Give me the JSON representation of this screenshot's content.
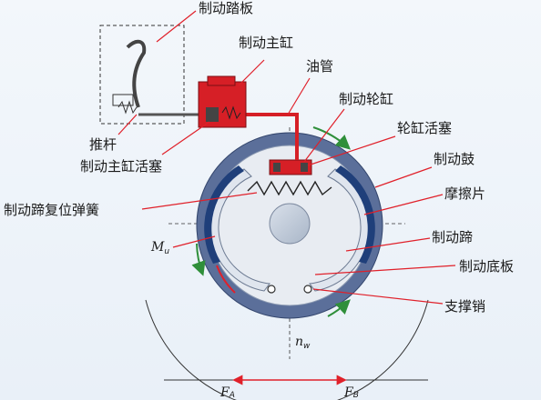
{
  "labels": {
    "pedal": "制动踏板",
    "master_cylinder": "制动主缸",
    "oil_pipe": "油管",
    "wheel_cylinder": "制动轮缸",
    "wheel_piston": "轮缸活塞",
    "drum": "制动鼓",
    "lining": "摩擦片",
    "shoe": "制动蹄",
    "base_plate": "制动底板",
    "anchor_pin": "支撑销",
    "push_rod": "推杆",
    "master_piston": "制动主缸活塞",
    "return_spring": "制动蹄复位弹簧"
  },
  "symbols": {
    "mu_main": "M",
    "mu_sub": "u",
    "nw_main": "n",
    "nw_sub": "w",
    "fa_main": "F",
    "fa_sub": "A",
    "fb_main": "F",
    "fb_sub": "B"
  },
  "colors": {
    "drum_outer": "#5b6f9a",
    "drum_inner": "#e8ecf2",
    "lining": "#1f3f7a",
    "hydraulic": "#d61f26",
    "pointer": "#e0202a",
    "arrow_green": "#2f8f3a"
  }
}
